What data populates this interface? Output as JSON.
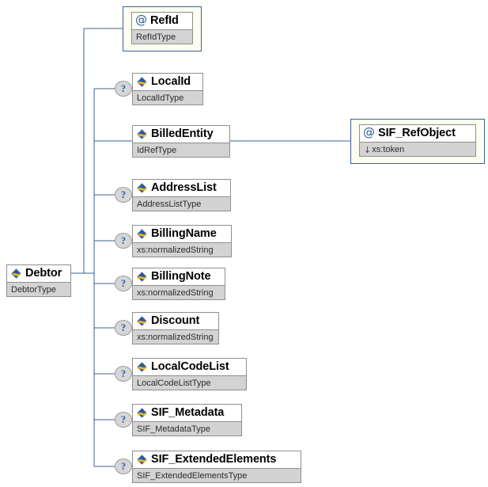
{
  "diagram": {
    "kind": "xsd-element-tree",
    "title": "Debtor",
    "background_color": "#ffffff",
    "line_color": "#3a6192",
    "box_border_color": "#8e8e8e",
    "type_row_color": "#d3d3d3",
    "attribute_frame_color": "#fdfdf0",
    "icons": {
      "element": "element-diamond-icon",
      "attribute": "at-sign-icon",
      "optional": "question-mark-icon",
      "value_arrow": "down-arrow-icon"
    }
  },
  "root": {
    "name": "Debtor",
    "type": "DebtorType",
    "icon": "element-diamond-icon",
    "optional": false
  },
  "children": [
    {
      "name": "RefId",
      "type": "RefIdType",
      "node_kind": "attribute",
      "icon": "at-sign-icon",
      "optional": false,
      "framed": true
    },
    {
      "name": "LocalId",
      "type": "LocalIdType",
      "node_kind": "element",
      "icon": "element-diamond-icon",
      "optional": true,
      "framed": false
    },
    {
      "name": "BilledEntity",
      "type": "IdRefType",
      "node_kind": "element",
      "icon": "element-diamond-icon",
      "optional": false,
      "framed": false
    },
    {
      "name": "AddressList",
      "type": "AddressListType",
      "node_kind": "element",
      "icon": "element-diamond-icon",
      "optional": true,
      "framed": false
    },
    {
      "name": "BillingName",
      "type": "xs:normalizedString",
      "node_kind": "element",
      "icon": "element-diamond-icon",
      "optional": true,
      "framed": false
    },
    {
      "name": "BillingNote",
      "type": "xs:normalizedString",
      "node_kind": "element",
      "icon": "element-diamond-icon",
      "optional": true,
      "framed": false
    },
    {
      "name": "Discount",
      "type": "xs:normalizedString",
      "node_kind": "element",
      "icon": "element-diamond-icon",
      "optional": true,
      "framed": false
    },
    {
      "name": "LocalCodeList",
      "type": "LocalCodeListType",
      "node_kind": "element",
      "icon": "element-diamond-icon",
      "optional": true,
      "framed": false
    },
    {
      "name": "SIF_Metadata",
      "type": "SIF_MetadataType",
      "node_kind": "element",
      "icon": "element-diamond-icon",
      "optional": true,
      "framed": false
    },
    {
      "name": "SIF_ExtendedElements",
      "type": "SIF_ExtendedElementsType",
      "node_kind": "element",
      "icon": "element-diamond-icon",
      "optional": true,
      "framed": false
    }
  ],
  "grandchildren": [
    {
      "parent": "BilledEntity",
      "name": "SIF_RefObject",
      "type": "xs:token",
      "type_prefix_glyph": "↓",
      "node_kind": "attribute",
      "icon": "at-sign-icon",
      "optional": false,
      "framed": true
    }
  ]
}
